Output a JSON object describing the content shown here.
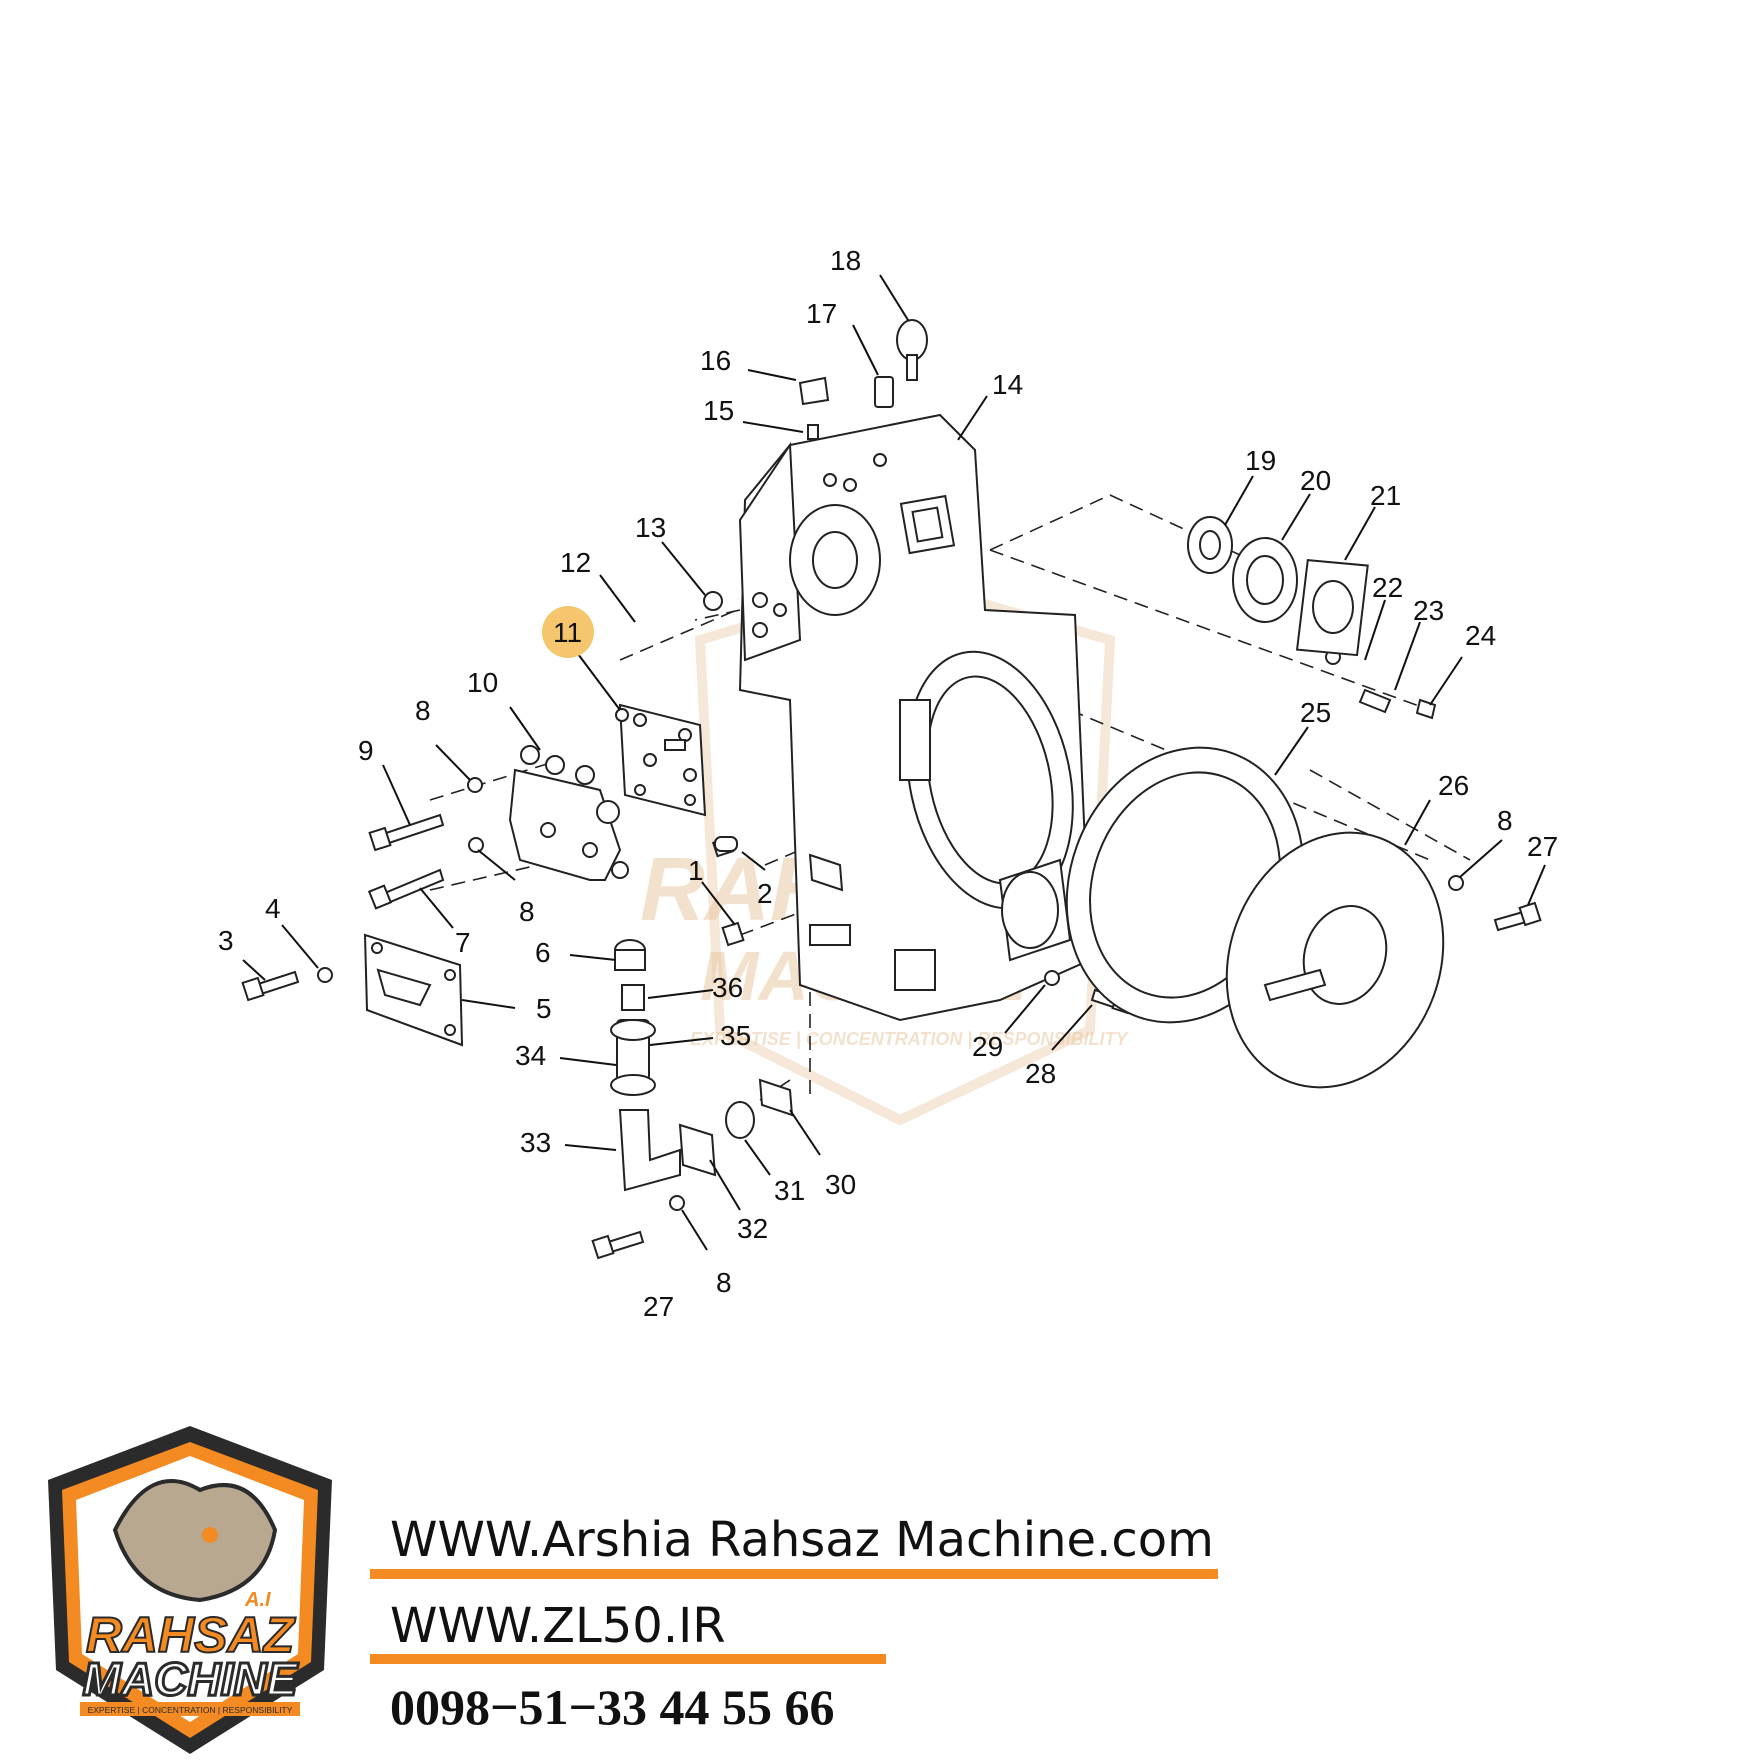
{
  "diagram": {
    "callouts": [
      {
        "id": "c1",
        "text": "1"
      },
      {
        "id": "c2",
        "text": "2"
      },
      {
        "id": "c3",
        "text": "3"
      },
      {
        "id": "c4",
        "text": "4"
      },
      {
        "id": "c5",
        "text": "5"
      },
      {
        "id": "c6",
        "text": "6"
      },
      {
        "id": "c7",
        "text": "7"
      },
      {
        "id": "c8a",
        "text": "8"
      },
      {
        "id": "c8b",
        "text": "8"
      },
      {
        "id": "c8c",
        "text": "8"
      },
      {
        "id": "c8d",
        "text": "8"
      },
      {
        "id": "c9",
        "text": "9"
      },
      {
        "id": "c10",
        "text": "10"
      },
      {
        "id": "c11",
        "text": "11"
      },
      {
        "id": "c12",
        "text": "12"
      },
      {
        "id": "c13",
        "text": "13"
      },
      {
        "id": "c14",
        "text": "14"
      },
      {
        "id": "c15",
        "text": "15"
      },
      {
        "id": "c16",
        "text": "16"
      },
      {
        "id": "c17",
        "text": "17"
      },
      {
        "id": "c18",
        "text": "18"
      },
      {
        "id": "c19",
        "text": "19"
      },
      {
        "id": "c20",
        "text": "20"
      },
      {
        "id": "c21",
        "text": "21"
      },
      {
        "id": "c22",
        "text": "22"
      },
      {
        "id": "c23",
        "text": "23"
      },
      {
        "id": "c24",
        "text": "24"
      },
      {
        "id": "c25",
        "text": "25"
      },
      {
        "id": "c26",
        "text": "26"
      },
      {
        "id": "c27a",
        "text": "27"
      },
      {
        "id": "c27b",
        "text": "27"
      },
      {
        "id": "c28",
        "text": "28"
      },
      {
        "id": "c29",
        "text": "29"
      },
      {
        "id": "c30",
        "text": "30"
      },
      {
        "id": "c31",
        "text": "31"
      },
      {
        "id": "c32",
        "text": "32"
      },
      {
        "id": "c33",
        "text": "33"
      },
      {
        "id": "c34",
        "text": "34"
      },
      {
        "id": "c35",
        "text": "35"
      },
      {
        "id": "c36",
        "text": "36"
      }
    ],
    "highlighted_callout": "11",
    "highlight_color": "#f5c66e"
  },
  "watermark": {
    "line1": "RAHSAZ",
    "line2": "MACHINE",
    "tagline": "EXPERTISE | CONCENTRATION | RESPONSIBILITY"
  },
  "logo": {
    "initials": "A.I",
    "line1": "RAHSAZ",
    "line2": "MACHINE",
    "tagline": "EXPERTISE | CONCENTRATION | RESPONSIBILITY",
    "colors": {
      "orange": "#f38a22",
      "dark": "#2b2b2b"
    }
  },
  "contact": {
    "website1": "WWW.Arshia Rahsaz Machine.com",
    "website2": "WWW.ZL50.IR",
    "phone": "0098−51−33 44 55 66",
    "accent_color": "#f38a22"
  }
}
